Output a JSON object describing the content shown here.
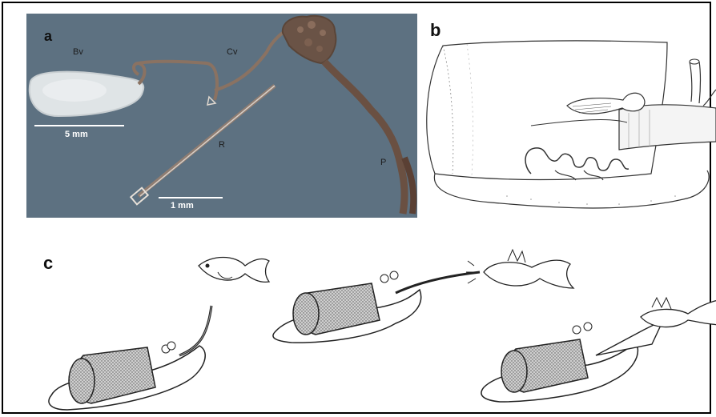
{
  "panels": {
    "a": {
      "label": "a",
      "parts": {
        "bv": "Bv",
        "cv": "Cv",
        "r": "R",
        "p": "P"
      },
      "scales": {
        "large": "5 mm",
        "small": "1 mm"
      }
    },
    "b": {
      "label": "b"
    },
    "c": {
      "label": "c"
    }
  },
  "colors": {
    "photo_background": "#5d7181",
    "duct_brown": "#8a7262",
    "bulb_white": "#dfe4e6",
    "shell_stipple": "#9a9a9a"
  }
}
